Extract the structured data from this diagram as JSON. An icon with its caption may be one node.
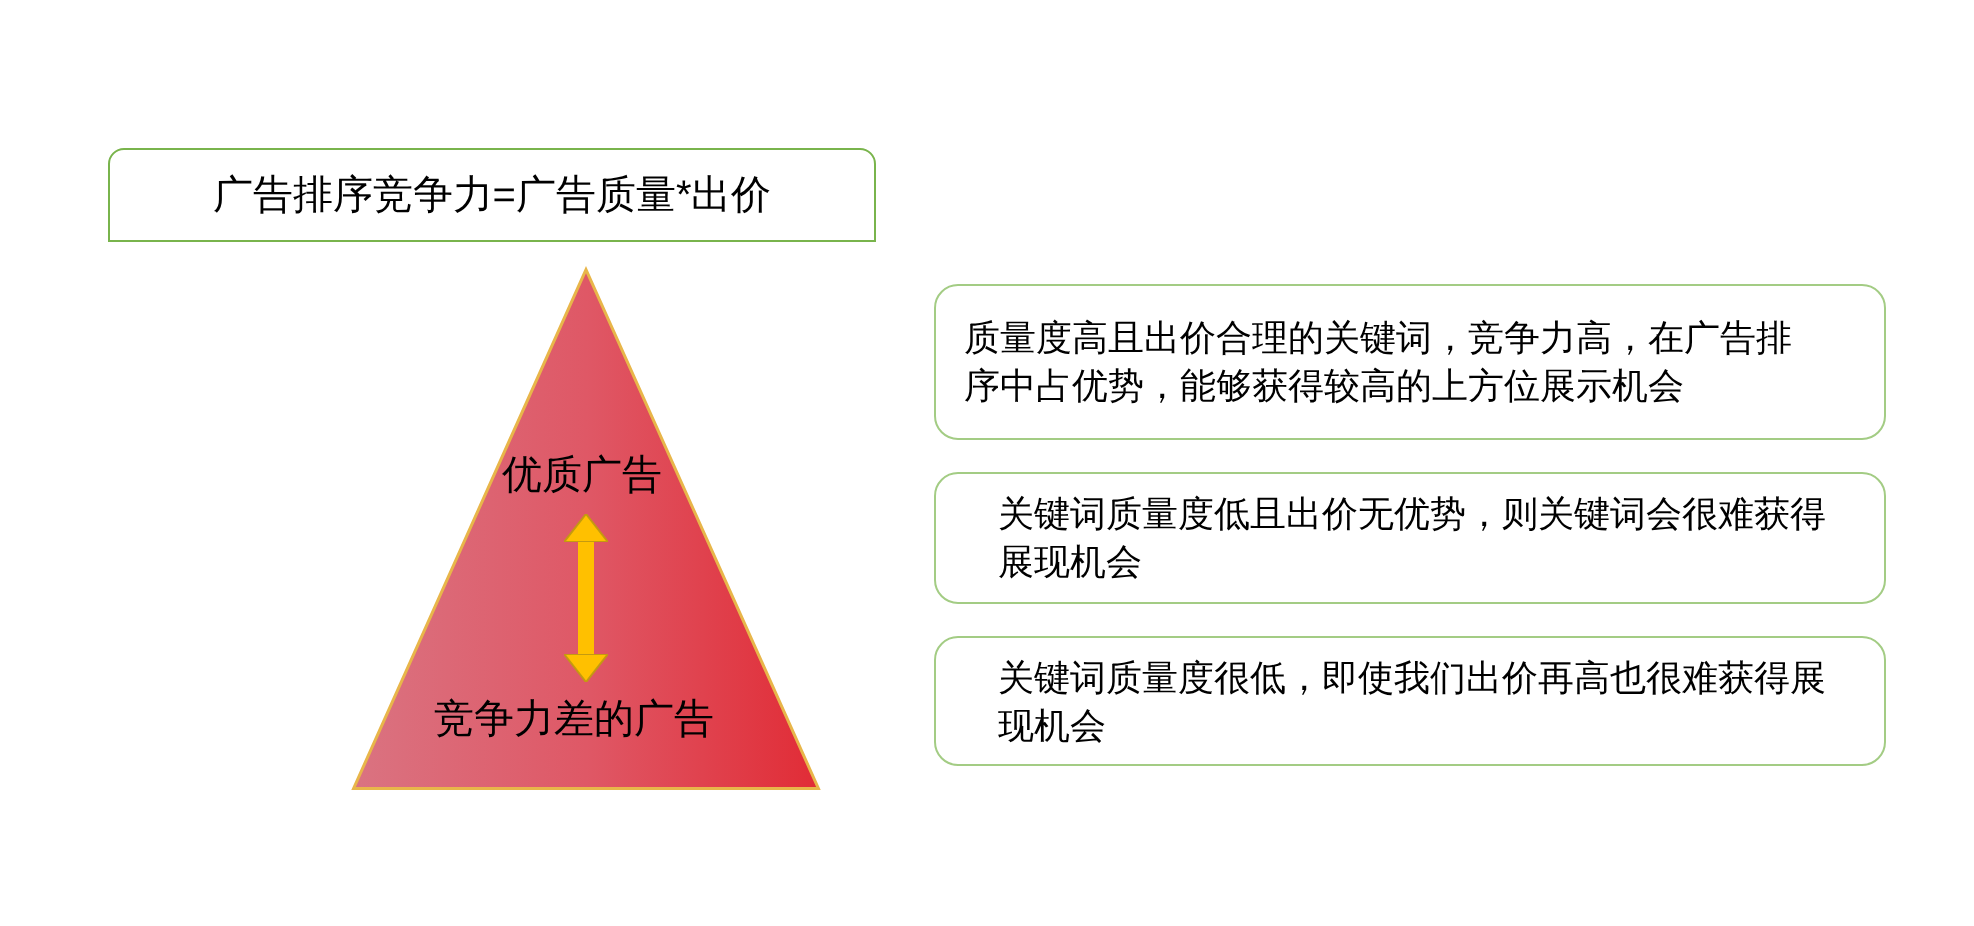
{
  "diagram": {
    "nodes": [
      {
        "text": [
          "广告排序竞争力=广告质量*出价"
        ]
      },
      {
        "text": [],
        "shape": "triangle"
      },
      {
        "text": [
          "优质广告"
        ],
        "in": 1
      },
      {
        "text": [
          "竞争力差的广告"
        ],
        "in": 1
      },
      {
        "text": [
          "质量度高且出价合理的关键词，竞争力高，在广告排序中占优势，能够获得较高的上方位展示机会"
        ]
      },
      {
        "text": [
          "关键词质量度低且出价无优势，则关键词会很难获得展现机会"
        ]
      },
      {
        "text": [
          "关键词质量度很低，即使我们出价再高也很难获得展现机会"
        ]
      }
    ],
    "edges": [
      {
        "from": 2,
        "to": 3,
        "arrow": "both",
        "color": "#ffc000"
      }
    ]
  }
}
